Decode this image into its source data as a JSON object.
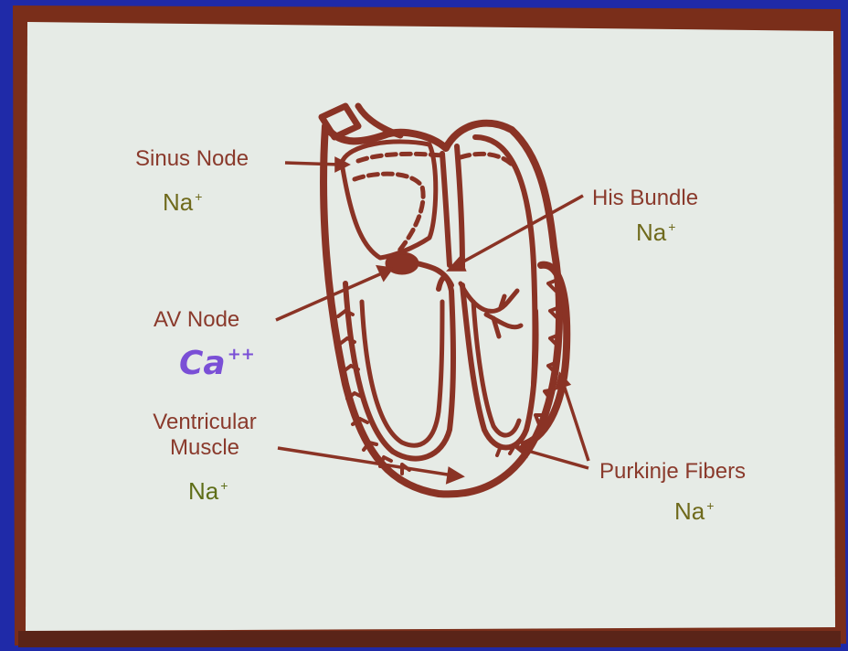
{
  "colors": {
    "outer_background": "#1f2aa8",
    "screen_frame": "#7a2e1a",
    "screen": "#e6ebe6",
    "heart_stroke": "#8a3325",
    "label_text": "#8a3a2c",
    "na_ion": "#6f6a1c",
    "ca_ion": "#7a4fd6"
  },
  "labels": {
    "sinus_node": "Sinus Node",
    "his_bundle": "His Bundle",
    "av_node": "AV Node",
    "ventricular_line1": "Ventricular",
    "ventricular_line2": "Muscle",
    "purkinje_fibers": "Purkinje Fibers"
  },
  "ions": {
    "sinus_node": {
      "base": "Na",
      "charge": "+"
    },
    "his_bundle": {
      "base": "Na",
      "charge": "+"
    },
    "av_node": {
      "base": "Ca",
      "charge": "++"
    },
    "ventricular_muscle": {
      "base": "Na",
      "charge": "+"
    },
    "purkinje_fibers": {
      "base": "Na",
      "charge": "+"
    }
  },
  "icons": [
    "heart-conduction-diagram"
  ]
}
